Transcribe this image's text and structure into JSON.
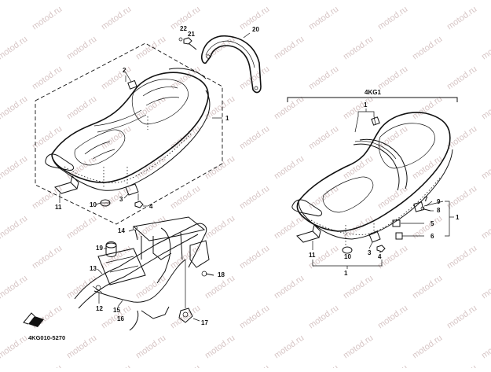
{
  "watermark": "motod.ru",
  "diagram_code": "4KG010-5270",
  "variant_label": "4KG1",
  "callouts": {
    "left_seat": {
      "c1": "1",
      "c2": "2",
      "c3": "3",
      "c4": "4",
      "c10": "10",
      "c11": "11"
    },
    "grab_bar": {
      "c20": "20",
      "c21": "21",
      "c22": "22"
    },
    "lock": {
      "c12": "12",
      "c13": "13",
      "c14": "14",
      "c15": "15",
      "c16": "16",
      "c17": "17",
      "c18": "18",
      "c19": "19"
    },
    "right_seat": {
      "c1a": "1",
      "c1b": "1",
      "c1c": "1",
      "c3": "3",
      "c4": "4",
      "c5": "5",
      "c6": "6",
      "c7": "7",
      "c8": "8",
      "c9": "9",
      "c10": "10",
      "c11": "11"
    }
  }
}
